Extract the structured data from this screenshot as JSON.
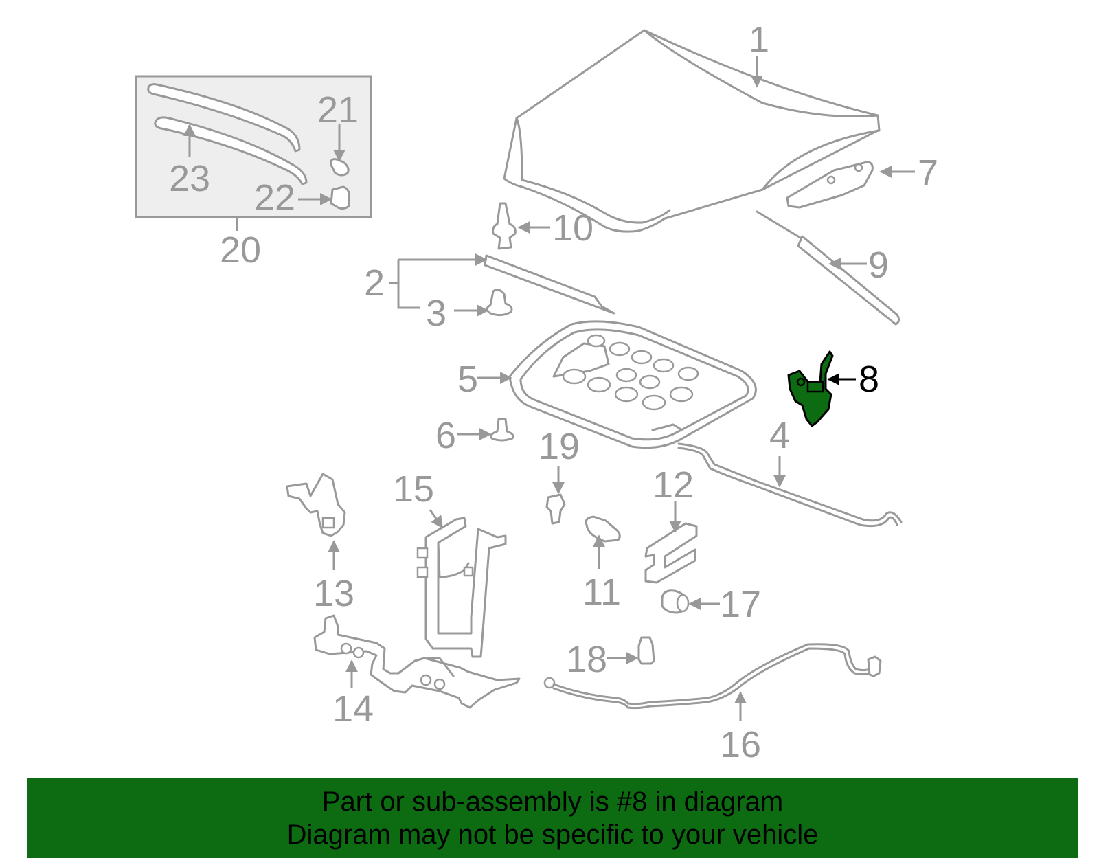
{
  "diagram": {
    "highlighted_part": "8",
    "highlight_color": "#0d6b12",
    "part_color": "#999999",
    "callouts": {
      "c1": "1",
      "c2": "2",
      "c3": "3",
      "c4": "4",
      "c5": "5",
      "c6": "6",
      "c7": "7",
      "c8": "8",
      "c9": "9",
      "c10": "10",
      "c11": "11",
      "c12": "12",
      "c13": "13",
      "c14": "14",
      "c15": "15",
      "c16": "16",
      "c17": "17",
      "c18": "18",
      "c19": "19",
      "c20": "20",
      "c21": "21",
      "c22": "22",
      "c23": "23"
    }
  },
  "banner": {
    "line1": "Part or sub-assembly is #8 in diagram",
    "line2": "Diagram may not be specific to your vehicle",
    "background": "#0d6b12"
  }
}
